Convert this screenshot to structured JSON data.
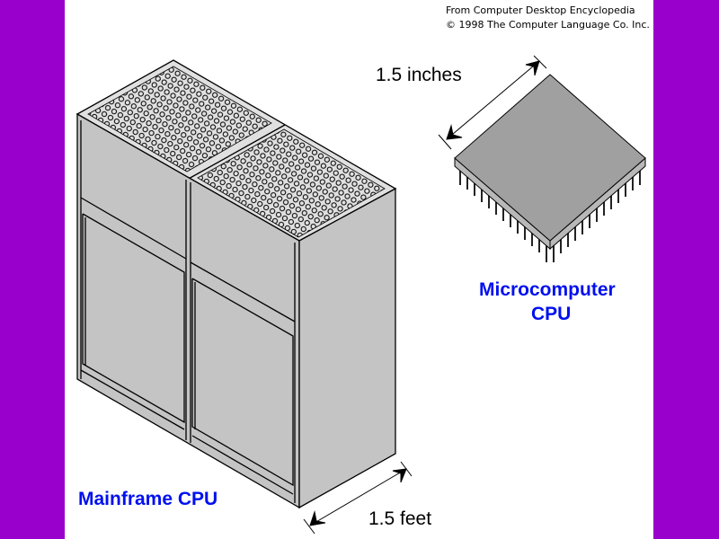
{
  "credit": {
    "line1": "From Computer Desktop Encyclopedia",
    "line2": "© 1998 The Computer Language Co. Inc."
  },
  "labels": {
    "chip_size": "1.5 inches",
    "micro_line1": "Microcomputer",
    "micro_line2": "CPU",
    "mainframe": "Mainframe CPU",
    "mainframe_size": "1.5 feet"
  },
  "colors": {
    "background": "#9a00cc",
    "label_blue": "#0010ee",
    "cabinet": "#c4c4c4",
    "chip": "#a0a0a0"
  }
}
